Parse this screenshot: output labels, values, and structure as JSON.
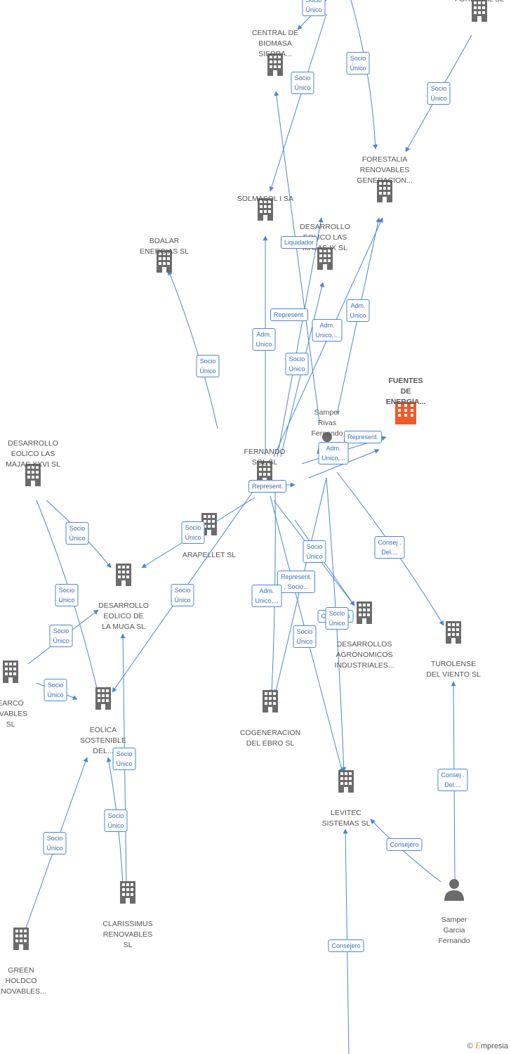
{
  "colors": {
    "edge": "#4a86d8",
    "node": "#6b6b6b",
    "focus": "#f05a2a",
    "label": "#555555"
  },
  "nodes": [
    {
      "id": "central_biomasa",
      "label": [
        "CENTRAL DE",
        "BIOMASA",
        "SIERRA..."
      ],
      "icon": "building-icon"
    },
    {
      "id": "forestal",
      "label": [
        "FORESTAL SL"
      ],
      "icon": "building-icon"
    },
    {
      "id": "forestalia",
      "label": [
        "FORESTALIA",
        "RENOVABLES",
        "GENERACION..."
      ],
      "icon": "building-icon"
    },
    {
      "id": "solmasol",
      "label": [
        "SOLMASOL I SA"
      ],
      "icon": "building-icon"
    },
    {
      "id": "desarrollo_ix",
      "label": [
        "DESARROLLO",
        "EOLICO LAS",
        "MAJAS IX SL"
      ],
      "icon": "building-icon"
    },
    {
      "id": "boalar",
      "label": [
        "BOALAR",
        "ENERGIAS SL"
      ],
      "icon": "building-icon"
    },
    {
      "id": "fuentes",
      "label": [
        "FUENTES",
        "DE",
        "ENERGIA..."
      ],
      "icon": "building-icon",
      "focus": true
    },
    {
      "id": "samper_rivas",
      "label": [
        "Samper",
        "Rivas",
        "Fernando"
      ],
      "icon": "person-icon"
    },
    {
      "id": "fernando_sol",
      "label": [
        "FERNANDO",
        "SOL SL"
      ],
      "icon": "building-icon"
    },
    {
      "id": "desarrollo_xxvi",
      "label": [
        "DESARROLLO",
        "EOLICO LAS",
        "MAJAS XXVI SL"
      ],
      "icon": "building-icon"
    },
    {
      "id": "arapellet",
      "label": [
        "ARAPELLET SL"
      ],
      "icon": "building-icon"
    },
    {
      "id": "desarrollo_muga",
      "label": [
        "DESARROLLO",
        "EOLICO DE",
        "LA MUGA SL"
      ],
      "icon": "building-icon"
    },
    {
      "id": "desarrollos_agro",
      "label": [
        "DESARROLLOS",
        "AGRONOMICOS",
        "INDUSTRIALES..."
      ],
      "icon": "building-icon"
    },
    {
      "id": "turolense",
      "label": [
        "TUROLENSE",
        "DEL VIENTO SL"
      ],
      "icon": "building-icon"
    },
    {
      "id": "earco",
      "label": [
        "EARCO",
        "OVABLES",
        "SL"
      ],
      "icon": "building-icon"
    },
    {
      "id": "eolica",
      "label": [
        "EOLICA",
        "SOSTENIBLE",
        "DEL..."
      ],
      "icon": "building-icon"
    },
    {
      "id": "cogeneracion",
      "label": [
        "COGENERACION",
        "DEL EBRO SL"
      ],
      "icon": "building-icon"
    },
    {
      "id": "levitec",
      "label": [
        "LEVITEC",
        "SISTEMAS SL"
      ],
      "icon": "building-icon"
    },
    {
      "id": "samper_garcia",
      "label": [
        "Samper",
        "Garcia",
        "Fernando"
      ],
      "icon": "person-icon"
    },
    {
      "id": "clarissimus",
      "label": [
        "CLARISSIMUS",
        "RENOVABLES",
        "SL"
      ],
      "icon": "building-icon"
    },
    {
      "id": "green_holdco",
      "label": [
        "GREEN",
        "HOLDCO",
        "ENOVABLES..."
      ],
      "icon": "building-icon"
    }
  ],
  "edge_labels": [
    [
      "Socio",
      "Único"
    ],
    [
      "Socio",
      "Único"
    ],
    [
      "Socio",
      "Único"
    ],
    [
      "Socio",
      "Único"
    ],
    [
      "Liquidador"
    ],
    [
      "Socio",
      "Único"
    ],
    [
      "Represent."
    ],
    [
      "Adm.",
      "Unico"
    ],
    [
      "Adm.",
      "Unico,..."
    ],
    [
      "Adm.",
      "Unico"
    ],
    [
      "Socio",
      "Único"
    ],
    [
      "Represent."
    ],
    [
      "Adm.",
      "Unico,..."
    ],
    [
      "Represent."
    ],
    [
      "Socio",
      "Único"
    ],
    [
      "Socio",
      "Único"
    ],
    [
      "Socio",
      "Único"
    ],
    [
      "Consej .",
      "Del...."
    ],
    [
      "Socio",
      "Único"
    ],
    [
      "Socio",
      "Único"
    ],
    [
      "Represent.",
      ", Socio..."
    ],
    [
      "Adm.",
      "Unico,..."
    ],
    [
      "Consejero"
    ],
    [
      "Socio",
      "Único"
    ],
    [
      "Socio",
      "Único"
    ],
    [
      "Socio",
      "Único"
    ],
    [
      "Socio",
      "Único"
    ],
    [
      "Consej .",
      "Del...."
    ],
    [
      "Socio",
      "Único"
    ],
    [
      "Consejero"
    ],
    [
      "Socio",
      "Único"
    ],
    [
      "Consejero"
    ],
    [
      "Socio",
      "Único"
    ]
  ],
  "brand": {
    "symbol": "©",
    "name": "mpresia",
    "initial": "E"
  }
}
